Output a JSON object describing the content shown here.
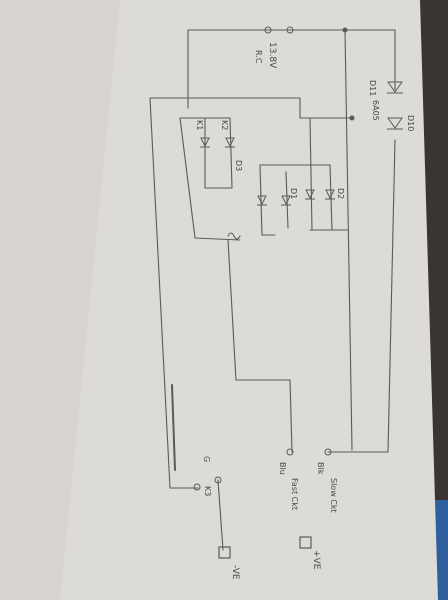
{
  "labels": {
    "supply": "13.8V",
    "supply_sub": "R.C",
    "diode_upper": "D11",
    "diode_lower": "D10",
    "diodes_caption": "6A05",
    "k1": "K1",
    "k2": "K2",
    "d3": "D3",
    "d_left": "D1",
    "d_right": "D2",
    "blk": "Blk",
    "slow": "Slow Ckt",
    "blu": "Blu",
    "fast": "Fast Ckt",
    "k3": "K3",
    "g": "G",
    "pos": "+VE",
    "neg": "-VE"
  },
  "colors": {
    "paper": "#dddbd6",
    "paper_shadow": "#c9c6bf",
    "ink": "#5a5a5a",
    "background": "#3a3531",
    "blue_object": "#2f5f9c"
  }
}
